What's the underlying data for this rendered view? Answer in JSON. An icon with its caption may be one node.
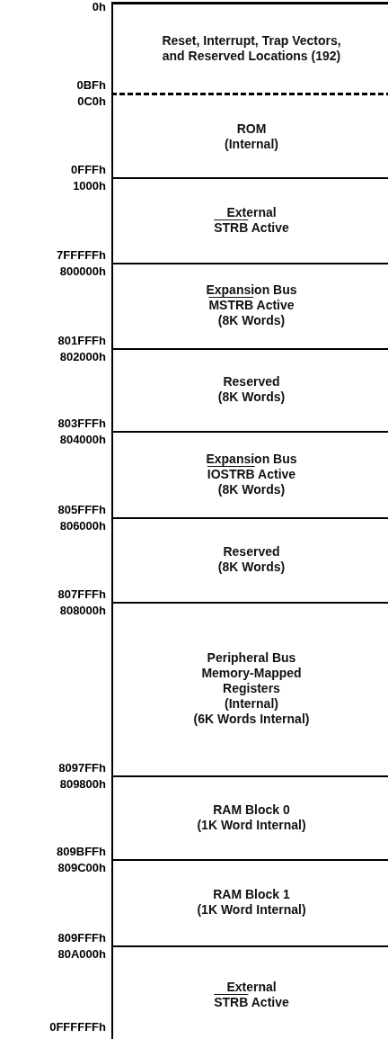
{
  "diagram": {
    "nodes": [
      {
        "text": [
          "Reset, Interrupt, Trap Vectors, and Reserved Locations (192)"
        ]
      },
      {
        "text": [
          "ROM (Internal)"
        ]
      },
      {
        "text": [
          "External STRB Active"
        ]
      },
      {
        "text": [
          "Expansion Bus MSTRB Active (8K Words)"
        ]
      },
      {
        "text": [
          "Reserved (8K Words)"
        ]
      },
      {
        "text": [
          "Expansion Bus IOSTRB Active (8K Words)"
        ]
      },
      {
        "text": [
          "Reserved (8K Words)"
        ]
      },
      {
        "text": [
          "Peripheral Bus Memory-Mapped Registers (Internal) (6K Words Internal)"
        ]
      },
      {
        "text": [
          "RAM Block 0 (1K Word Internal)"
        ]
      },
      {
        "text": [
          "RAM Block 1 (1K Word Internal)"
        ]
      },
      {
        "text": [
          "External STRB Active"
        ]
      }
    ],
    "labels": [
      "0h",
      "0BFh",
      "0C0h",
      "0FFFh",
      "1000h",
      "7FFFFFh",
      "800000h",
      "801FFFh",
      "802000h",
      "803FFFh",
      "804000h",
      "805FFFh",
      "806000h",
      "807FFFh",
      "808000h",
      "8097FFh",
      "809800h",
      "809BFFh",
      "809C00h",
      "809FFFh",
      "80A000h",
      "0FFFFFFh"
    ]
  }
}
